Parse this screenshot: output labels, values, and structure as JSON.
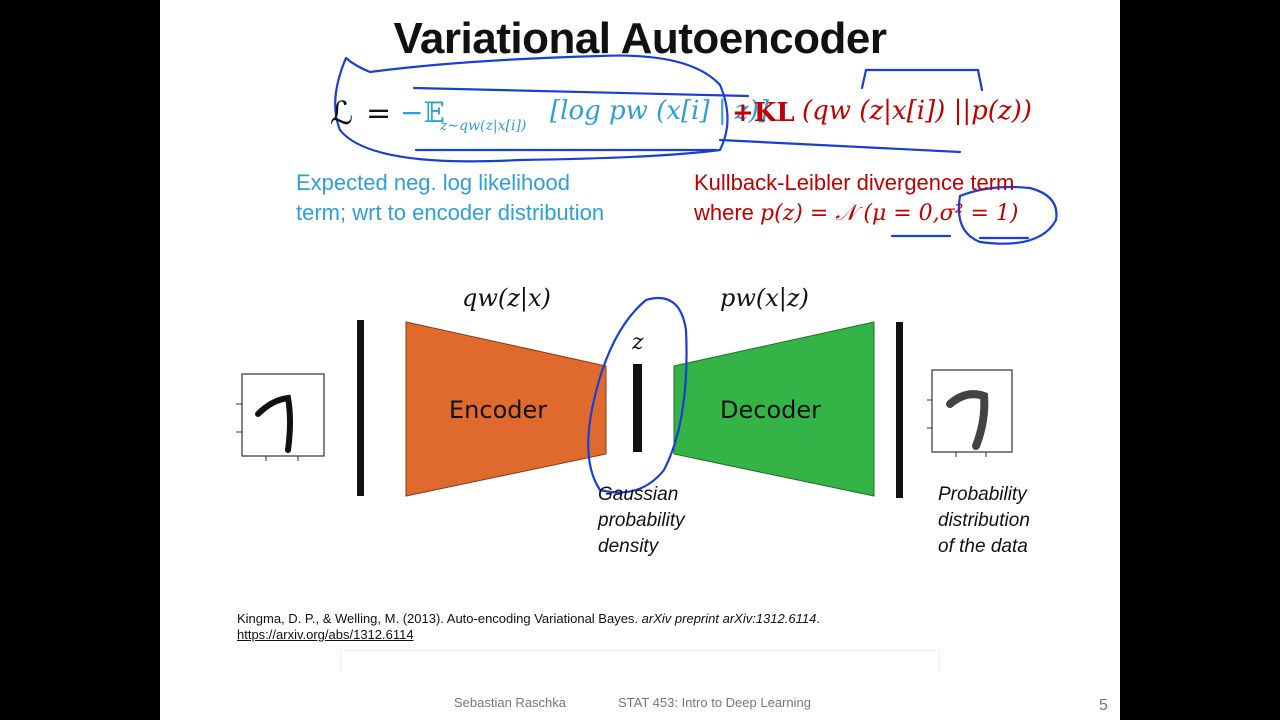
{
  "slide": {
    "title": "Variational Autoencoder",
    "formula": {
      "loss_symbol": "ℒ",
      "equals": "=",
      "expectation_part": "−𝔼",
      "expectation_subscript": "z∼qw(z|x[i])",
      "log_term": "[log pw (x[i] | z)]",
      "kl_part": "+KL",
      "kl_term": "(qw (z|x[i]) ||p(z))"
    },
    "annotations": {
      "left_line1": "Expected neg. log likelihood",
      "left_line2": "term; wrt to encoder distribution",
      "right_line1": "Kullback-Leibler divergence term",
      "right_line2_prefix": "where ",
      "right_line2_math": "p(z) = 𝒩 (μ = 0,σ² = 1)"
    },
    "diagram": {
      "encoder_label": "Encoder",
      "decoder_label": "Decoder",
      "encoder_dist": "qw(z|x)",
      "decoder_dist": "pw(x|z)",
      "latent_label": "z",
      "latent_caption": [
        "Gaussian",
        "probability",
        "density"
      ],
      "output_caption": [
        "Probability",
        "distribution",
        "of the data"
      ],
      "encoder_color": "#e06a2e",
      "decoder_color": "#34b446",
      "ink_color": "#1a3fd4"
    },
    "reference": {
      "text_plain": "Kingma, D. P., & Welling, M. (2013). Auto-encoding Variational Bayes. ",
      "text_italic": "arXiv preprint arXiv:1312.6114",
      "text_end": ".",
      "url": "https://arxiv.org/abs/1312.6114"
    },
    "footer": {
      "author": "Sebastian Raschka",
      "course": "STAT 453: Intro to Deep Learning",
      "page": "5"
    }
  }
}
